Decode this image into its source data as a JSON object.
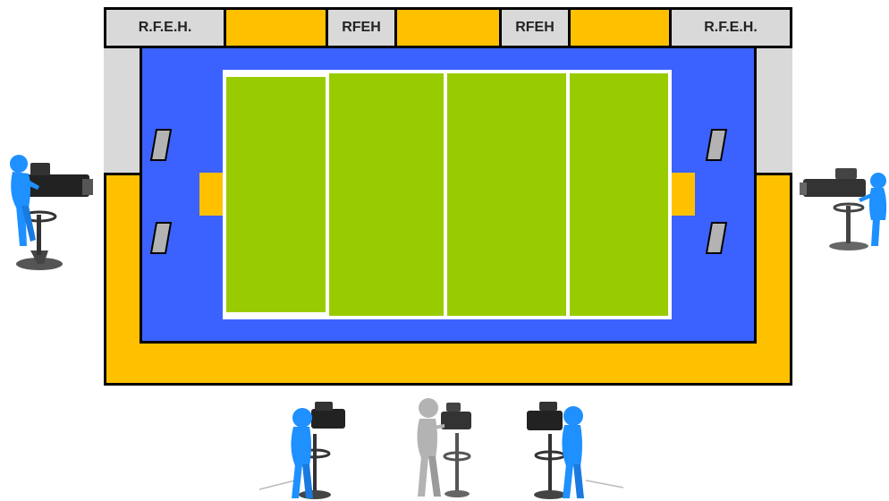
{
  "boards": [
    {
      "label": "R.F.E.H."
    },
    {
      "label": ""
    },
    {
      "label": "RFEH"
    },
    {
      "label": ""
    },
    {
      "label": "RFEH"
    },
    {
      "label": ""
    },
    {
      "label": "R.F.E.H."
    }
  ],
  "colors": {
    "border": "#000000",
    "perimeter": "#ffc000",
    "boards_gray": "#d9d9d9",
    "run_off": "#3b62ff",
    "pitch": "#99cc00",
    "lines": "#ffffff",
    "camera_body": "#1e90ff",
    "camera_gray": "#b3b3b3"
  },
  "icons": {
    "camera_operator": "camera-operator-icon",
    "bench": "bench-icon",
    "goal": "goal-icon"
  }
}
